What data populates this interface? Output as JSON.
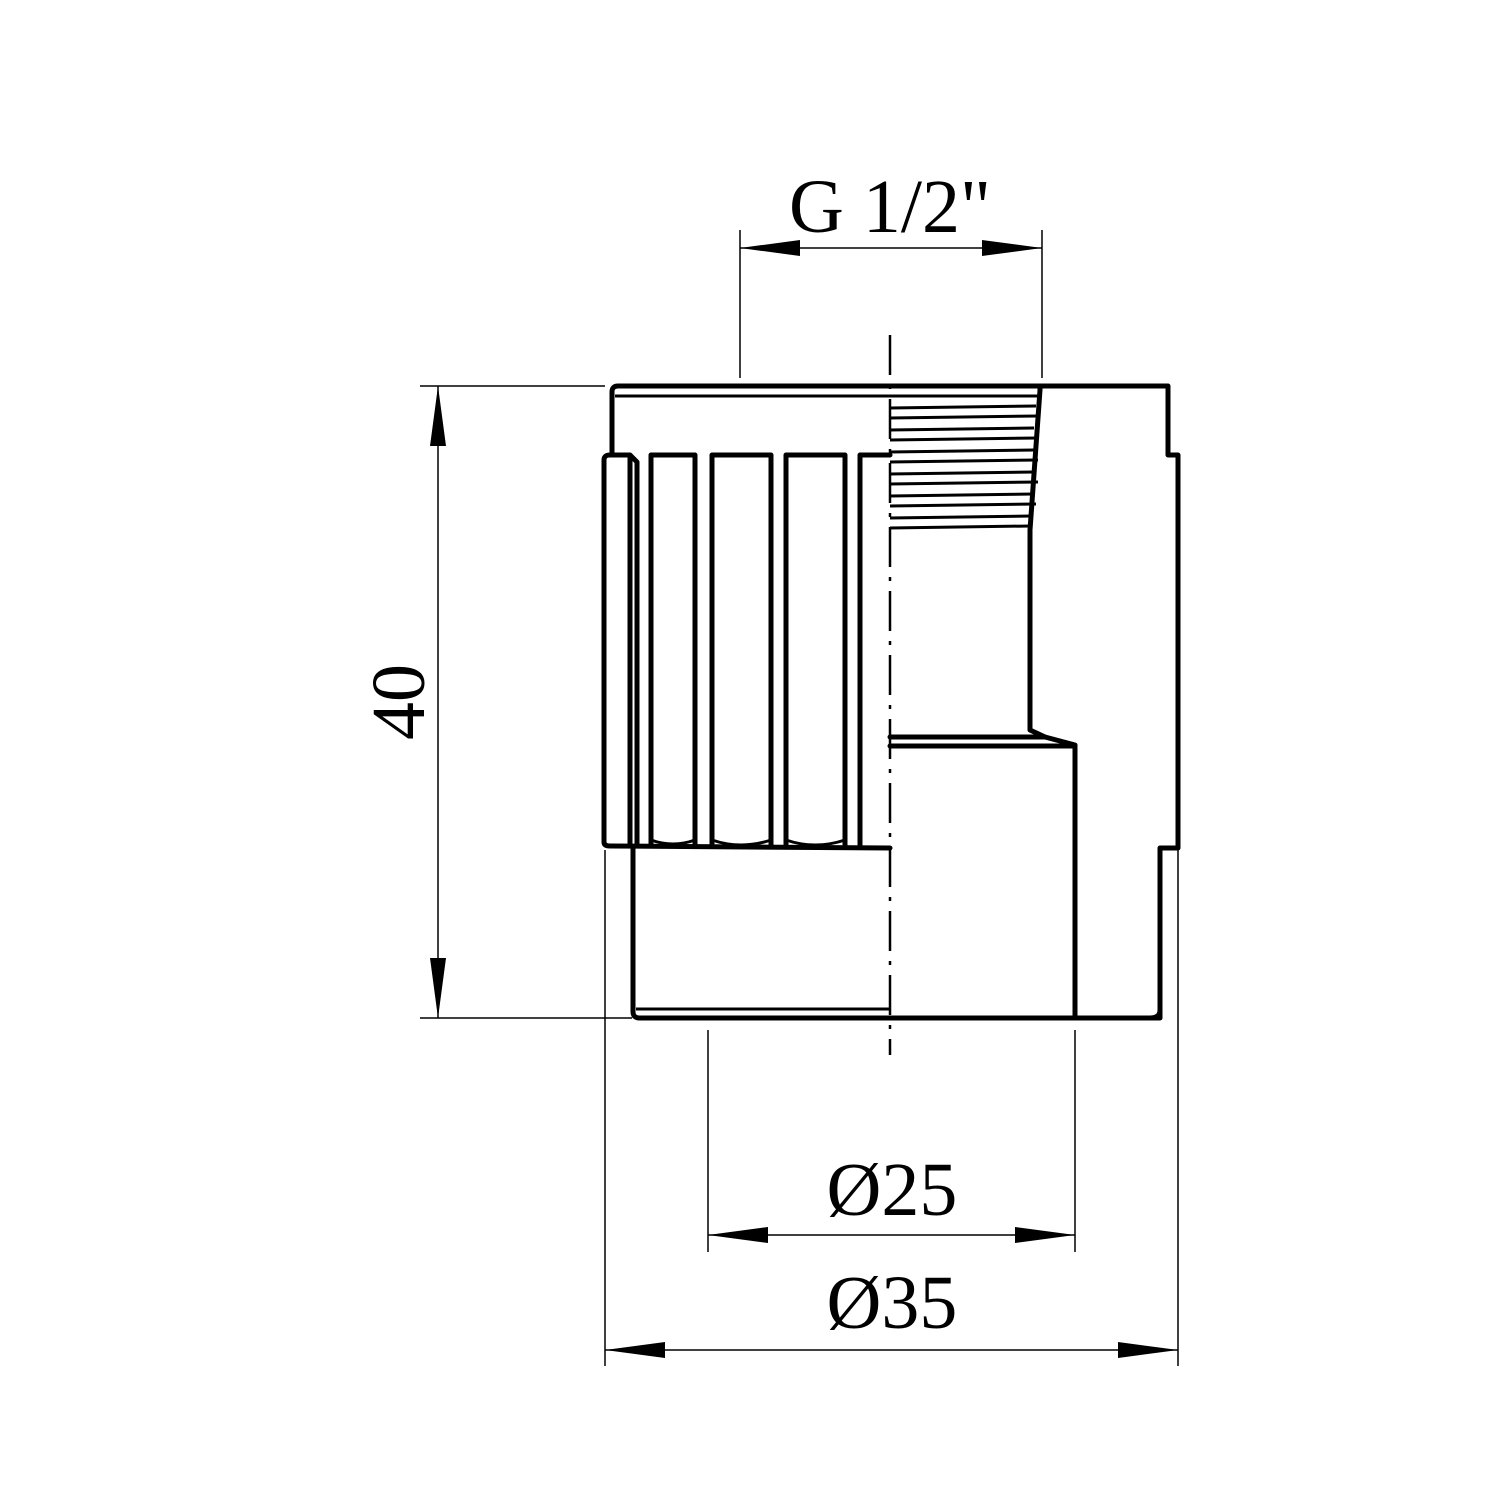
{
  "drawing": {
    "title": "Threaded fitting section",
    "line_color": "#000000",
    "background": "#ffffff"
  },
  "dimensions": {
    "thread": "G 1/2\"",
    "height": "40",
    "inner_diameter": "Ø25",
    "outer_diameter": "Ø35"
  }
}
